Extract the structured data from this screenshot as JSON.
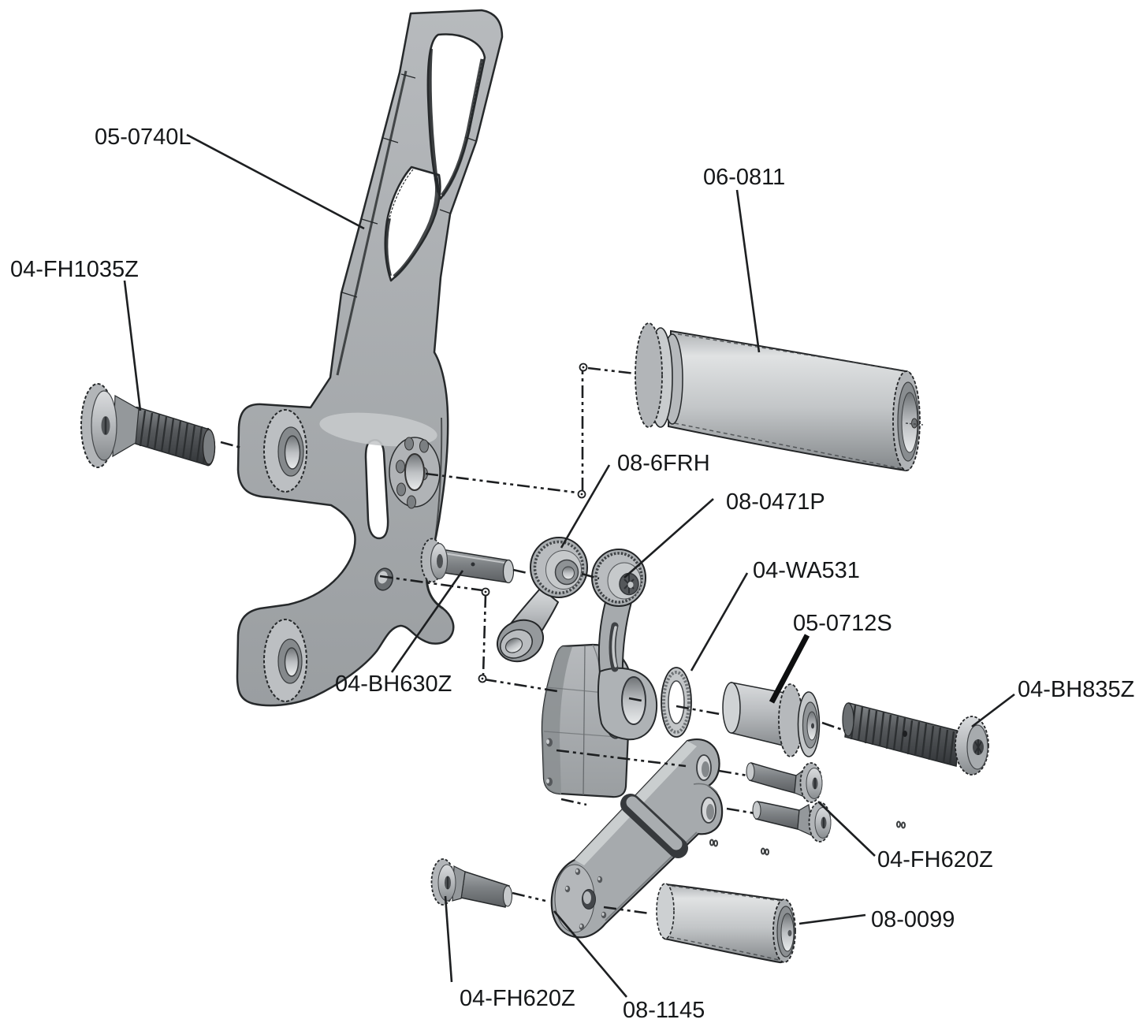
{
  "diagram": {
    "type": "exploded-parts-diagram",
    "subject": "motorcycle-rearset-assembly",
    "background_color": "#ffffff",
    "line_color": "#1d1f21",
    "part_color": "#a9adb0",
    "part_color_light": "#ced1d3",
    "part_color_dark": "#84888b",
    "labels": [
      {
        "part": "main-bracket",
        "text": "05-0740L"
      },
      {
        "part": "flat-head-bolt-large",
        "text": "04-FH1035Z"
      },
      {
        "part": "foot-peg",
        "text": "06-0811"
      },
      {
        "part": "rod-end",
        "text": "08-6FRH"
      },
      {
        "part": "pivot-lever",
        "text": "08-0471P"
      },
      {
        "part": "washer",
        "text": "04-WA531"
      },
      {
        "part": "pivot-spacer",
        "text": "05-0712S"
      },
      {
        "part": "button-head-bolt-long",
        "text": "04-BH835Z"
      },
      {
        "part": "button-head-bolt-short",
        "text": "04-BH630Z"
      },
      {
        "part": "flat-head-bolt-pair",
        "text": "04-FH620Z"
      },
      {
        "part": "spacer-tube",
        "text": "08-0099"
      },
      {
        "part": "flat-head-bolt-lower",
        "text": "04-FH620Z"
      },
      {
        "part": "brake-arm",
        "text": "08-1145"
      }
    ]
  }
}
